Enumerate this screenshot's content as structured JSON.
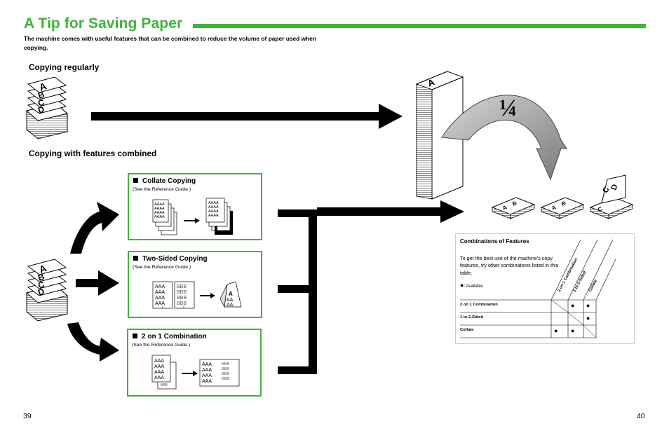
{
  "header": {
    "title": "A Tip for Saving Paper",
    "intro": "The machine comes with useful features that can be combined to reduce the volume of paper used when copying."
  },
  "sections": {
    "regular": "Copying regularly",
    "combined": "Copying with features combined"
  },
  "illustration": {
    "fraction": "¼",
    "stack_letters": [
      "A",
      "B",
      "C",
      "D"
    ],
    "result_letters": [
      "A",
      "B",
      "C",
      "D"
    ]
  },
  "features": [
    {
      "title": "Collate Copying",
      "note": "(See the Reference Guide.)"
    },
    {
      "title": "Two-Sided Copying",
      "note": "(See the Reference Guide.)"
    },
    {
      "title": "2 on 1 Combination",
      "note": "(See the Reference Guide.)"
    }
  ],
  "doc_text": {
    "aaaa": "AAAA",
    "aaa": "AAA",
    "bbb": "BBB",
    "page1": "1",
    "page2": "2",
    "aa": "AA"
  },
  "combinations": {
    "title": "Combinations of Features",
    "description": "To get the best use of the machine's copy features, try other combinations listed in this table.",
    "legend": ": Available",
    "columns": [
      "2 on 1 Combination",
      "1 to 2-Sided",
      "Collate"
    ],
    "rows": [
      {
        "label": "2 on 1 Combination",
        "cells": [
          "na",
          "yes",
          "yes"
        ]
      },
      {
        "label": "1 to 2-Sided",
        "cells": [
          "no",
          "na",
          "yes"
        ]
      },
      {
        "label": "Collate",
        "cells": [
          "yes",
          "yes",
          "na"
        ]
      }
    ],
    "dot_symbol": "●"
  },
  "footer": {
    "left_page": "39",
    "right_page": "40"
  },
  "colors": {
    "accent_green": "#3fb33a",
    "text": "#000000",
    "arrow_gray": "#9a9a9a"
  }
}
